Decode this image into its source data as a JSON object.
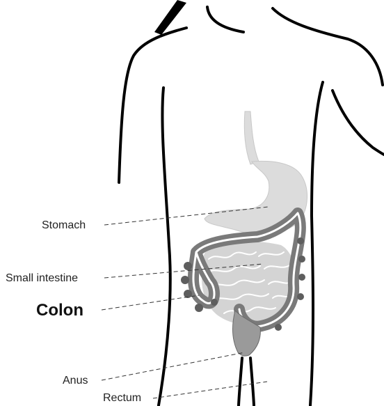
{
  "labels": {
    "stomach": "Stomach",
    "small_intestine": "Small intestine",
    "colon": "Colon",
    "anus": "Anus",
    "rectum": "Rectum"
  },
  "colors": {
    "outline": "#000000",
    "colon_fill": "#7a7a7a",
    "colon_stripe": "#ffffff",
    "stomach_fill": "#dcdcdc",
    "small_intestine_fill": "#d4d4d4",
    "leader_line": "#333333"
  }
}
